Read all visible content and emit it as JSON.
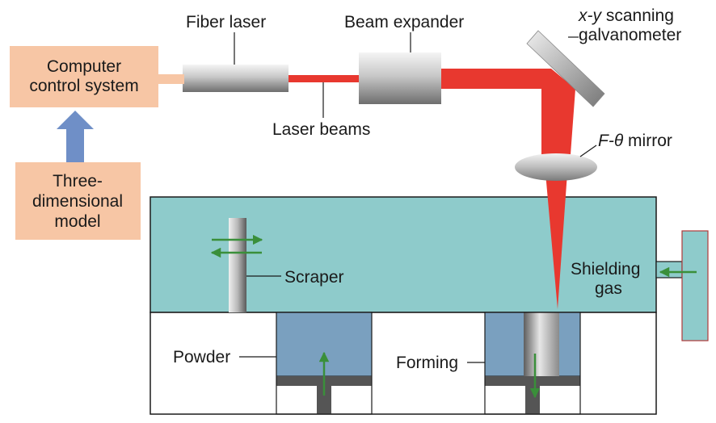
{
  "labels": {
    "fiber_laser": "Fiber laser",
    "beam_expander": "Beam expander",
    "galvo_line1_italic": "x-y",
    "galvo_line1_rest": " scanning",
    "galvo_line2": "galvanometer",
    "laser_beams": "Laser beams",
    "f_theta_italic": "F-θ",
    "f_theta_rest": " mirror",
    "computer_line1": "Computer",
    "computer_line2": "control system",
    "model_line1": "Three-",
    "model_line2": "dimensional",
    "model_line3": "model",
    "scraper": "Scraper",
    "shielding_line1": "Shielding",
    "shielding_line2": "gas",
    "powder": "Powder",
    "forming": "Forming"
  },
  "colors": {
    "box_fill": "#f7c6a5",
    "chamber_fill": "#8ecbcb",
    "powder_fill": "#7aa0bf",
    "laser_red": "#e8382f",
    "flow_arrow": "#3a8f3a",
    "up_arrow": "#6f8fc7",
    "platform": "#555555"
  }
}
